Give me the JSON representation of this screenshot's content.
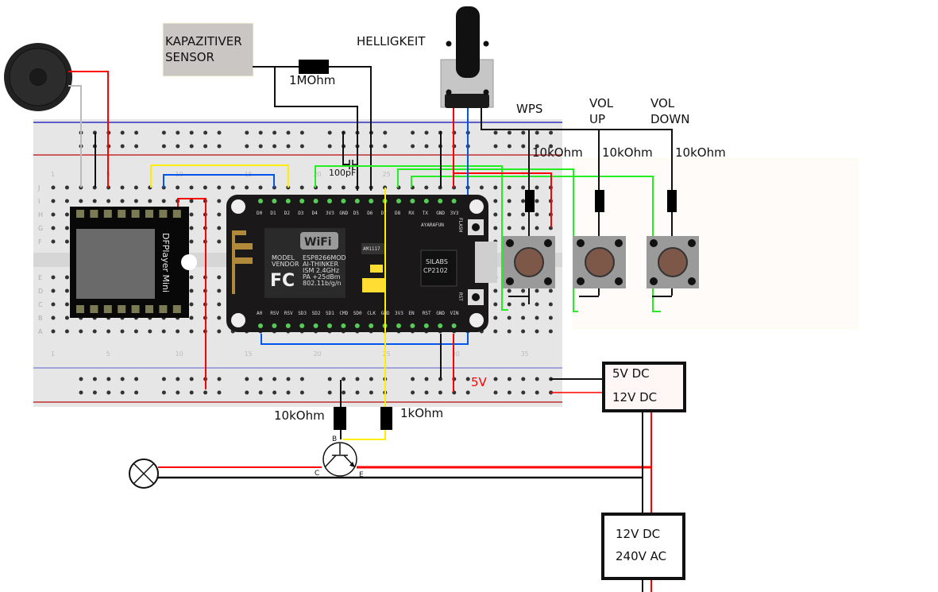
{
  "labels": {
    "cap_sensor_line1": "KAPAZITIVER",
    "cap_sensor_line2": "SENSOR",
    "r_1mohm": "1MOhm",
    "c_100pf": "100pF",
    "brightness": "HELLIGKEIT",
    "wps": "WPS",
    "vol_up_1": "VOL",
    "vol_up_2": "UP",
    "vol_down_1": "VOL",
    "vol_down_2": "DOWN",
    "r_wps": "10kOhm",
    "r_volup": "10kOhm",
    "r_voldown": "10kOhm",
    "r_base": "10kOhm",
    "r_1k": "1kOhm",
    "rail_5v": "5V",
    "psu1_line1": "5V DC",
    "psu1_line2": "12V DC",
    "psu2_line1": "12V DC",
    "psu2_line2": "240V AC",
    "transistor_b": "B",
    "transistor_c": "C",
    "transistor_e": "E"
  },
  "nodemcu": {
    "top_pins": [
      "D0",
      "D1",
      "D2",
      "D3",
      "D4",
      "3V3",
      "GND",
      "D5",
      "D6",
      "D7",
      "D8",
      "RX",
      "TX",
      "GND",
      "3V3"
    ],
    "bottom_pins": [
      "A0",
      "RSV",
      "RSV",
      "SD3",
      "SD2",
      "SD1",
      "CMD",
      "SD0",
      "CLK",
      "GND",
      "3V3",
      "EN",
      "RST",
      "GND",
      "VIN"
    ],
    "module_text": [
      "MODEL",
      "VENDOR",
      "ESP8266MOD",
      "AI-THINKER",
      "ISM 2.4GHz",
      "PA +25dBm",
      "802.11b/g/n"
    ],
    "wifi_label": "WiFi",
    "fc_label": "FC",
    "usb_chip_line1": "SILABS",
    "usb_chip_line2": "CP2102",
    "regulator": "AM1117",
    "brand": "AYARAFUN",
    "flash_btn": "FLASH",
    "rst_btn": "RST"
  },
  "dfplayer": {
    "label": "DFPlayer Mini"
  },
  "breadboard": {
    "row_letters_top": [
      "J",
      "I",
      "H",
      "G",
      "F"
    ],
    "row_letters_bottom": [
      "E",
      "D",
      "C",
      "B",
      "A"
    ],
    "column_numbers": [
      "1",
      "5",
      "10",
      "15",
      "20",
      "25",
      "30",
      "35"
    ]
  },
  "colors": {
    "red": "#ff0000",
    "black": "#111111",
    "blue": "#0055ee",
    "yellow": "#ffee00",
    "green": "#22ee22",
    "grey_wire": "#bbbbbb",
    "breadboard": "#e6e6e6"
  }
}
